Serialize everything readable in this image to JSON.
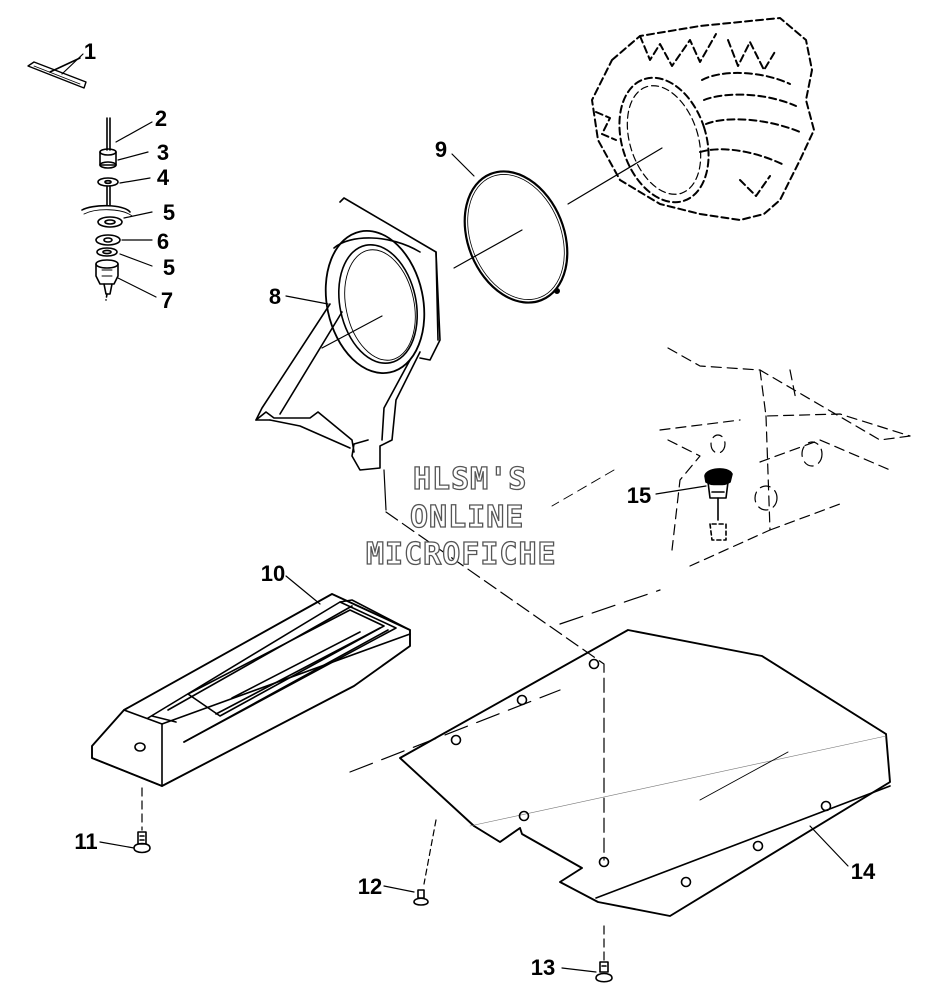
{
  "diagram": {
    "callouts": [
      "1",
      "2",
      "3",
      "4",
      "5",
      "6",
      "5",
      "7",
      "8",
      "9",
      "10",
      "11",
      "12",
      "13",
      "14",
      "15"
    ]
  },
  "watermark": {
    "line1": "HLSM'S",
    "line2": "ONLINE",
    "line3": "MICROFICHE"
  },
  "colors": {
    "ink": "#000000",
    "paper": "#ffffff",
    "watermark_outline": "#555555"
  }
}
